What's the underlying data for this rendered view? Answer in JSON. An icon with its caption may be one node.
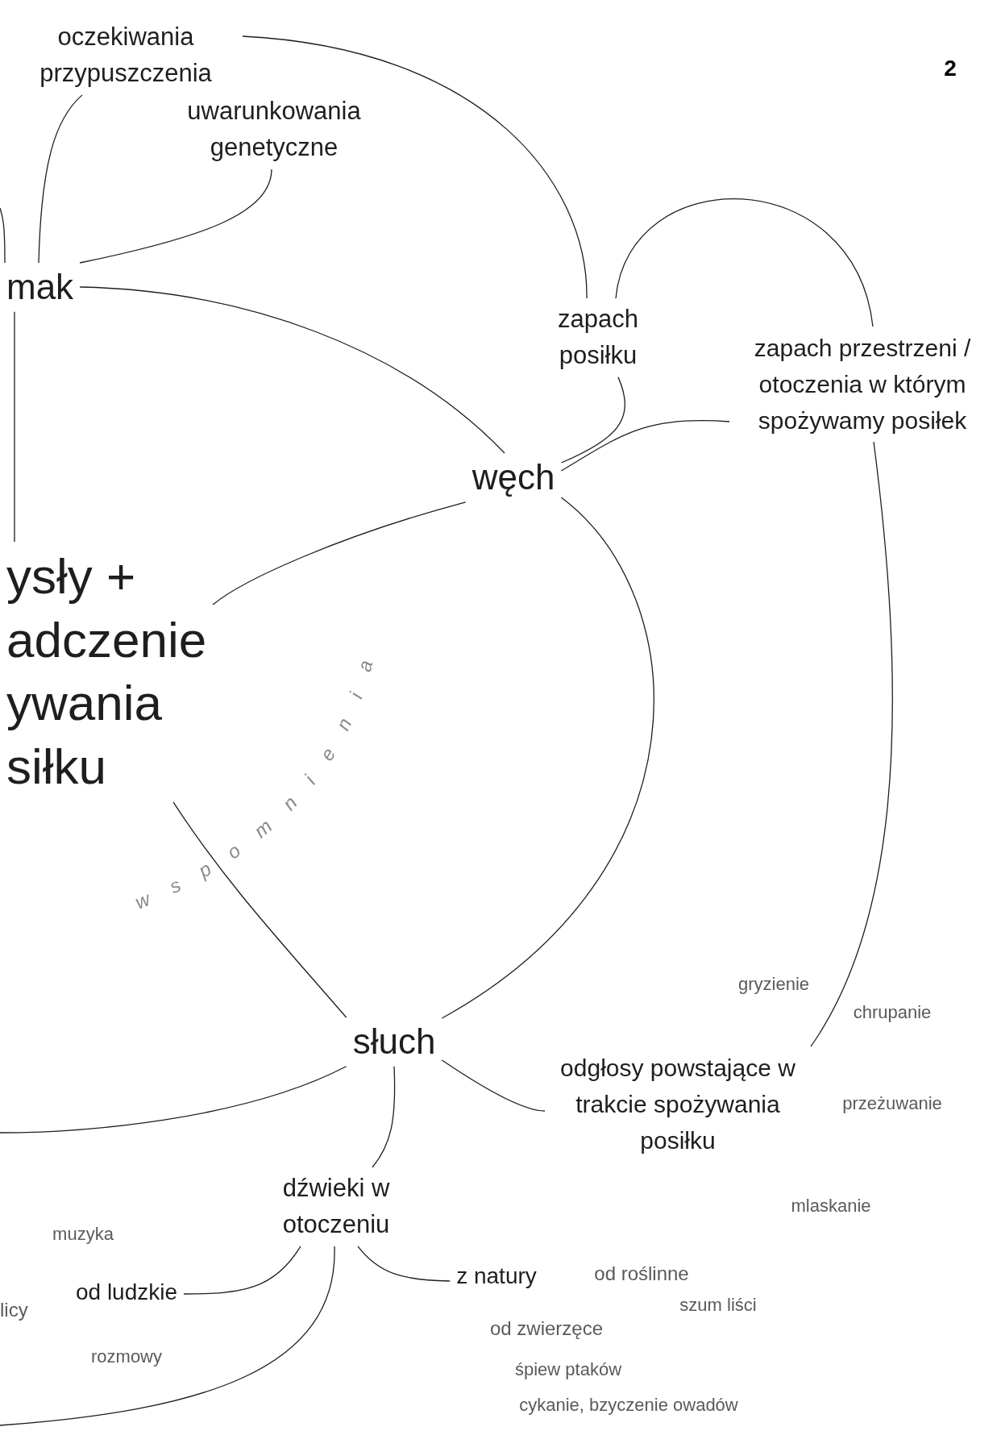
{
  "diagram": {
    "nodes": [
      {
        "text": [
          "oczekiwania przypuszczenia"
        ]
      },
      {
        "text": [
          "uwarunkowania genetyczne"
        ]
      },
      {
        "text": [
          "mak"
        ]
      },
      {
        "text": [
          "ysły + adczenie ywania siłku"
        ]
      },
      {
        "text": [
          "węch"
        ]
      },
      {
        "text": [
          "zapach posiłku"
        ]
      },
      {
        "text": [
          "zapach przestrzeni / otoczenia w którym spożywamy posiłek"
        ]
      },
      {
        "text": [
          "słuch"
        ]
      },
      {
        "text": [
          "odgłosy powstające w trakcie spożywania posiłku"
        ]
      },
      {
        "text": [
          "dźwieki w otoczeniu"
        ]
      },
      {
        "text": [
          "od ludzkie"
        ]
      },
      {
        "text": [
          "z natury"
        ]
      }
    ],
    "edges": [
      {
        "from": 0,
        "to": 5,
        "arrow": "none"
      },
      {
        "from": 2,
        "to": 0,
        "arrow": "none"
      },
      {
        "from": 1,
        "to": 2,
        "arrow": "none"
      },
      {
        "from": null,
        "to": 2,
        "arrow": "none"
      },
      {
        "from": 2,
        "to": 4,
        "arrow": "none"
      },
      {
        "from": 2,
        "to": 3,
        "arrow": "none"
      },
      {
        "from": 3,
        "to": 4,
        "arrow": "none"
      },
      {
        "from": 3,
        "to": 7,
        "arrow": "none"
      },
      {
        "from": 4,
        "to": 7,
        "arrow": "none"
      },
      {
        "from": 5,
        "to": 4,
        "arrow": "none"
      },
      {
        "from": 6,
        "to": 4,
        "arrow": "none"
      },
      {
        "from": 5,
        "to": 6,
        "arrow": "none"
      },
      {
        "from": 6,
        "to": 8,
        "arrow": "none"
      },
      {
        "from": 7,
        "to": 8,
        "arrow": "none"
      },
      {
        "from": 7,
        "to": null,
        "arrow": "none"
      },
      {
        "from": 7,
        "to": 9,
        "arrow": "none"
      },
      {
        "from": 9,
        "to": 10,
        "arrow": "none"
      },
      {
        "from": 9,
        "to": 11,
        "arrow": "none"
      },
      {
        "from": 9,
        "to": null,
        "arrow": "none"
      }
    ],
    "labels": [
      "2",
      "wspomnienia",
      "gryzienie",
      "chrupanie",
      "przeżuwanie",
      "mlaskanie",
      "muzyka",
      "od roślinne",
      "szum liści",
      "licy",
      "od zwierzęce",
      "rozmowy",
      "śpiew ptaków",
      "cykanie, bzyczenie owadów"
    ]
  }
}
